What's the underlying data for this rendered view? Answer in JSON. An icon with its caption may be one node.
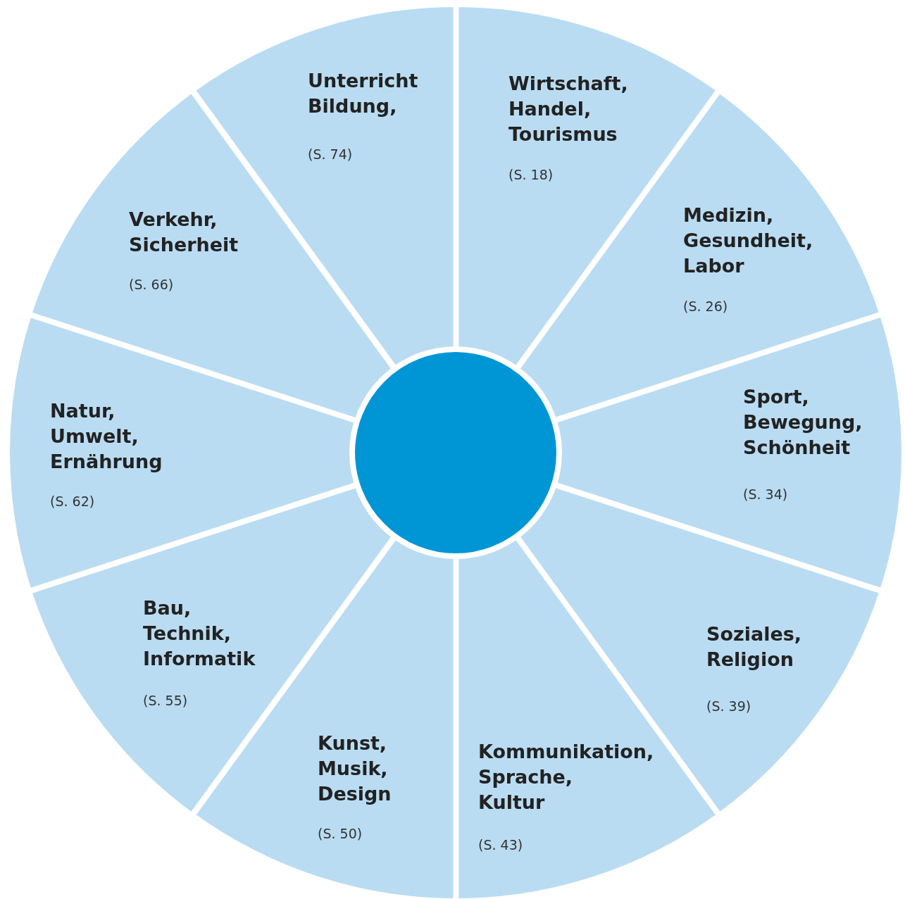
{
  "diagram": {
    "nodes": [
      {
        "text": [],
        "shape": "circle"
      },
      {
        "text": [
          "Wirtschaft, Handel, Tourismus",
          "(S. 18)"
        ]
      },
      {
        "text": [
          "Medizin, Gesundheit, Labor",
          "(S. 26)"
        ]
      },
      {
        "text": [
          "Sport, Bewegung, Schönheit",
          "(S. 34)"
        ]
      },
      {
        "text": [
          "Soziales, Religion",
          "(S. 39)"
        ]
      },
      {
        "text": [
          "Kommunikation, Sprache, Kultur",
          "(S. 43)"
        ]
      },
      {
        "text": [
          "Kunst, Musik, Design",
          "(S. 50)"
        ]
      },
      {
        "text": [
          "Bau, Technik, Informatik",
          "(S. 55)"
        ]
      },
      {
        "text": [
          "Natur, Umwelt, Ernährung",
          "(S. 62)"
        ]
      },
      {
        "text": [
          "Verkehr, Sicherheit",
          "(S. 66)"
        ]
      },
      {
        "text": [
          "Unterricht Bildung,",
          "(S. 74)"
        ]
      }
    ]
  }
}
